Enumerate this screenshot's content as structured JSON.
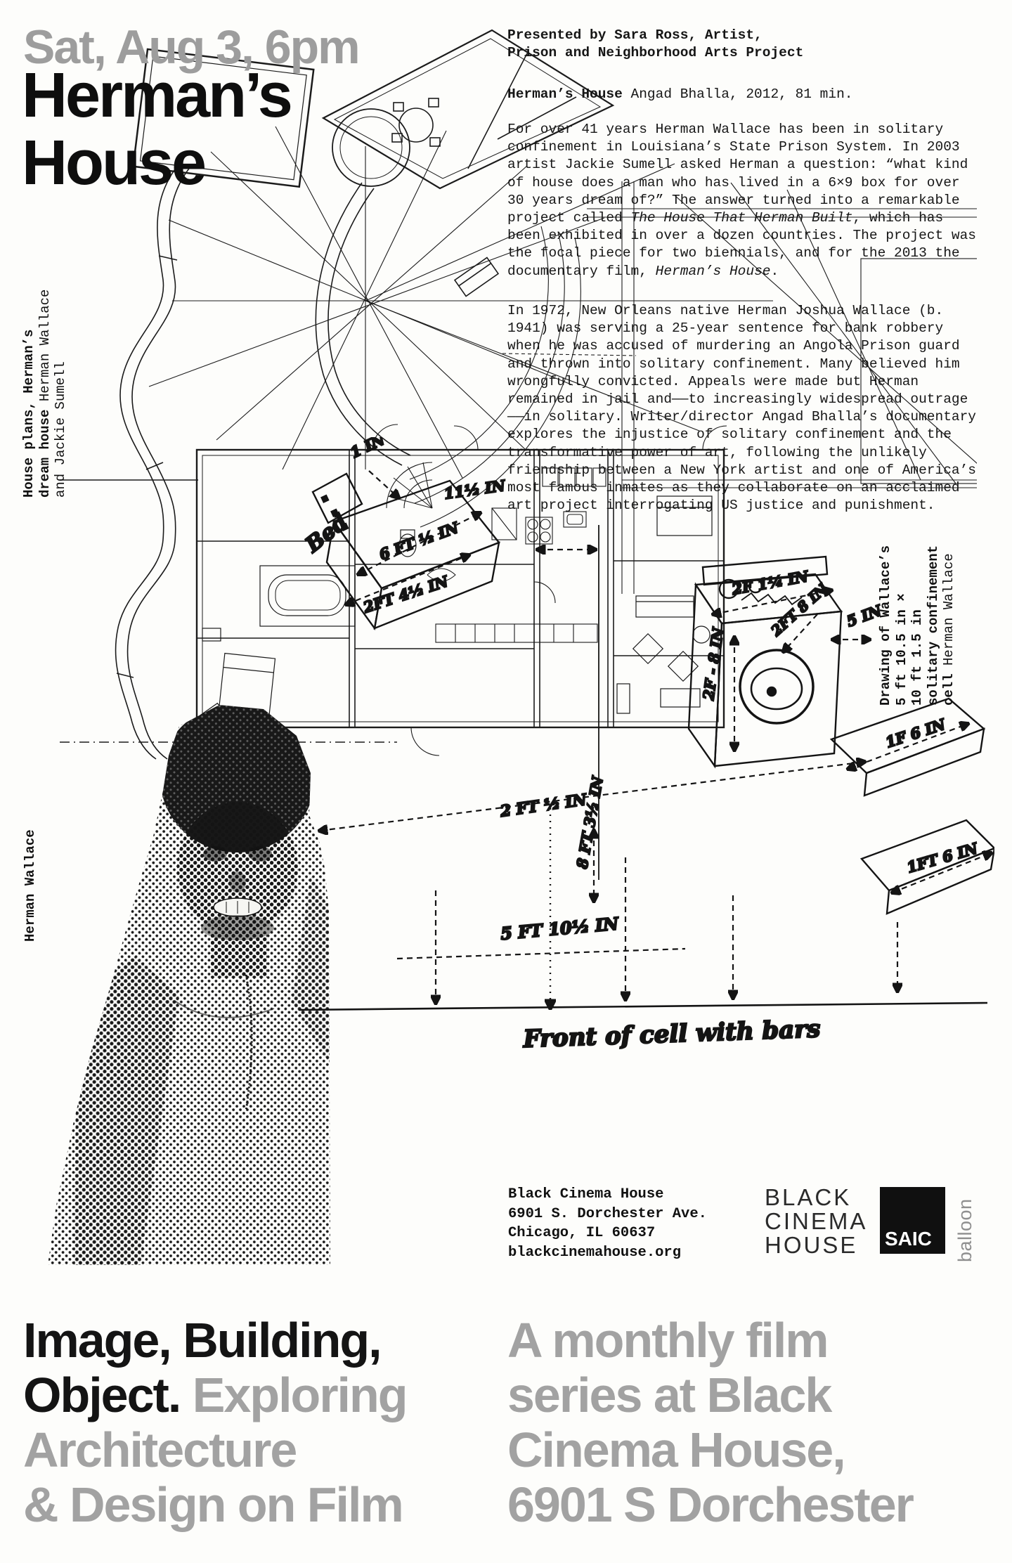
{
  "header": {
    "datetime": "Sat, Aug 3, 6pm",
    "title_line1": "Herman’s",
    "title_line2": "House"
  },
  "film_info": {
    "presented_line1": "Presented by Sara Ross, Artist,",
    "presented_line2": "Prison and Neighborhood Arts Project",
    "film_title": "Herman’s House",
    "film_meta": " Angad Bhalla, 2012, 81 min.",
    "para1_before": "For over 41 years Herman Wallace has been in solitary confinement in Louisiana’s State Prison System. In 2003 artist Jackie Sumell asked Herman a question: “what kind of house does a man who has lived in a 6×9 box for over 30 years dream of?” The answer turned into a remarkable project called ",
    "para1_italic1": "The House That Herman Built",
    "para1_mid": ", which has been exhibited in over a dozen countries. The project was the focal piece for two biennials, and for the 2013 the documentary film, ",
    "para1_italic2": "Herman’s House",
    "para1_end": ".",
    "para2": "In 1972, New Orleans native Herman Joshua Wallace (b. 1941) was serving a 25-year sentence for bank robbery when he was accused of murdering an Angola Prison guard and thrown into solitary confinement. Many believed him wrongfully convicted. Appeals were made but Herman remained in jail and——to increasingly widespread outrage——in solitary. Writer/director Angad Bhalla’s documentary explores the injustice of solitary confinement and the transformative power of art, following the unlikely friendship between a New York artist and one of America’s most famous inmates as they collaborate on an acclaimed art project interrogating US justice and punishment."
  },
  "captions": {
    "plan_bold1": "House plans, Herman’s",
    "plan_bold2": "dream house ",
    "plan_reg2": "Herman Wallace",
    "plan_reg3": "and Jackie Sumell",
    "portrait": "Herman Wallace",
    "draw_bold1": "Drawing of Wallace’s",
    "draw_bold2": "5 ft 10.5 in ×",
    "draw_bold3": "10 ft 1.5 in",
    "draw_bold4": "solitary confinement",
    "draw_bold5": "cell ",
    "draw_reg5": "Herman Wallace"
  },
  "venue": {
    "name": "Black Cinema House",
    "address1": "6901 S. Dorchester Ave.",
    "address2": "Chicago, IL 60637",
    "website": "blackcinemahouse.org"
  },
  "logos": {
    "bch_line1": "BLACK",
    "bch_line2": "CINEMA",
    "bch_line3": "HOUSE",
    "saic": "SAIC",
    "balloon": "balloon"
  },
  "footer": {
    "black1": "Image, Building,",
    "black2": "Object.",
    "gray2": " Exploring",
    "gray3": "Architecture",
    "gray4": "& Design on Film",
    "tag1": "A monthly film",
    "tag2": "series at Black",
    "tag3": "Cinema House,",
    "tag4": "6901 S Dorchester"
  },
  "sketch": {
    "labels": [
      {
        "text": "Bed"
      },
      {
        "text": "1 IN"
      },
      {
        "text": "11½ IN"
      },
      {
        "text": "6 FT ½ IN"
      },
      {
        "text": "2FT 4½ IN"
      },
      {
        "text": "8 FT 3½ IN"
      },
      {
        "text": "2F 1¼ IN"
      },
      {
        "text": "5 IN"
      },
      {
        "text": "2F - 8 IN"
      },
      {
        "text": "2FT 8 IN"
      },
      {
        "text": "1F 6 IN"
      },
      {
        "text": "1FT 6 IN"
      },
      {
        "text": "2 FT ½ IN"
      },
      {
        "text": "5 FT 10½ IN"
      },
      {
        "text": "Front of cell with bars"
      }
    ]
  },
  "colors": {
    "headline_gray": "#9d9d9d",
    "footer_gray": "#a2a2a2",
    "ink_black": "#141414",
    "saic_bg": "#101010"
  }
}
